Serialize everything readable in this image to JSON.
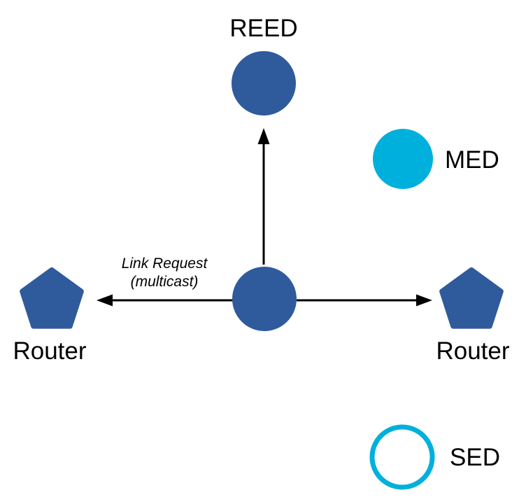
{
  "colors": {
    "node_blue": "#2f5b9d",
    "node_cyan": "#00b0dc",
    "arrow_color": "#000000",
    "text_color": "#000000",
    "background": "#ffffff"
  },
  "nodes": {
    "reed": {
      "label": "REED",
      "shape": "circle-solid-blue"
    },
    "med": {
      "label": "MED",
      "shape": "circle-solid-cyan"
    },
    "center": {
      "label": "",
      "shape": "circle-solid-blue"
    },
    "router_left": {
      "label": "Router",
      "shape": "pentagon-solid-blue"
    },
    "router_right": {
      "label": "Router",
      "shape": "pentagon-solid-blue"
    },
    "sed": {
      "label": "SED",
      "shape": "circle-outline-cyan"
    }
  },
  "annotation": {
    "line1": "Link Request",
    "line2": "(multicast)"
  },
  "arrows": {
    "up": "center-to-reed",
    "left": "center-to-router-left",
    "right": "center-to-router-right"
  }
}
